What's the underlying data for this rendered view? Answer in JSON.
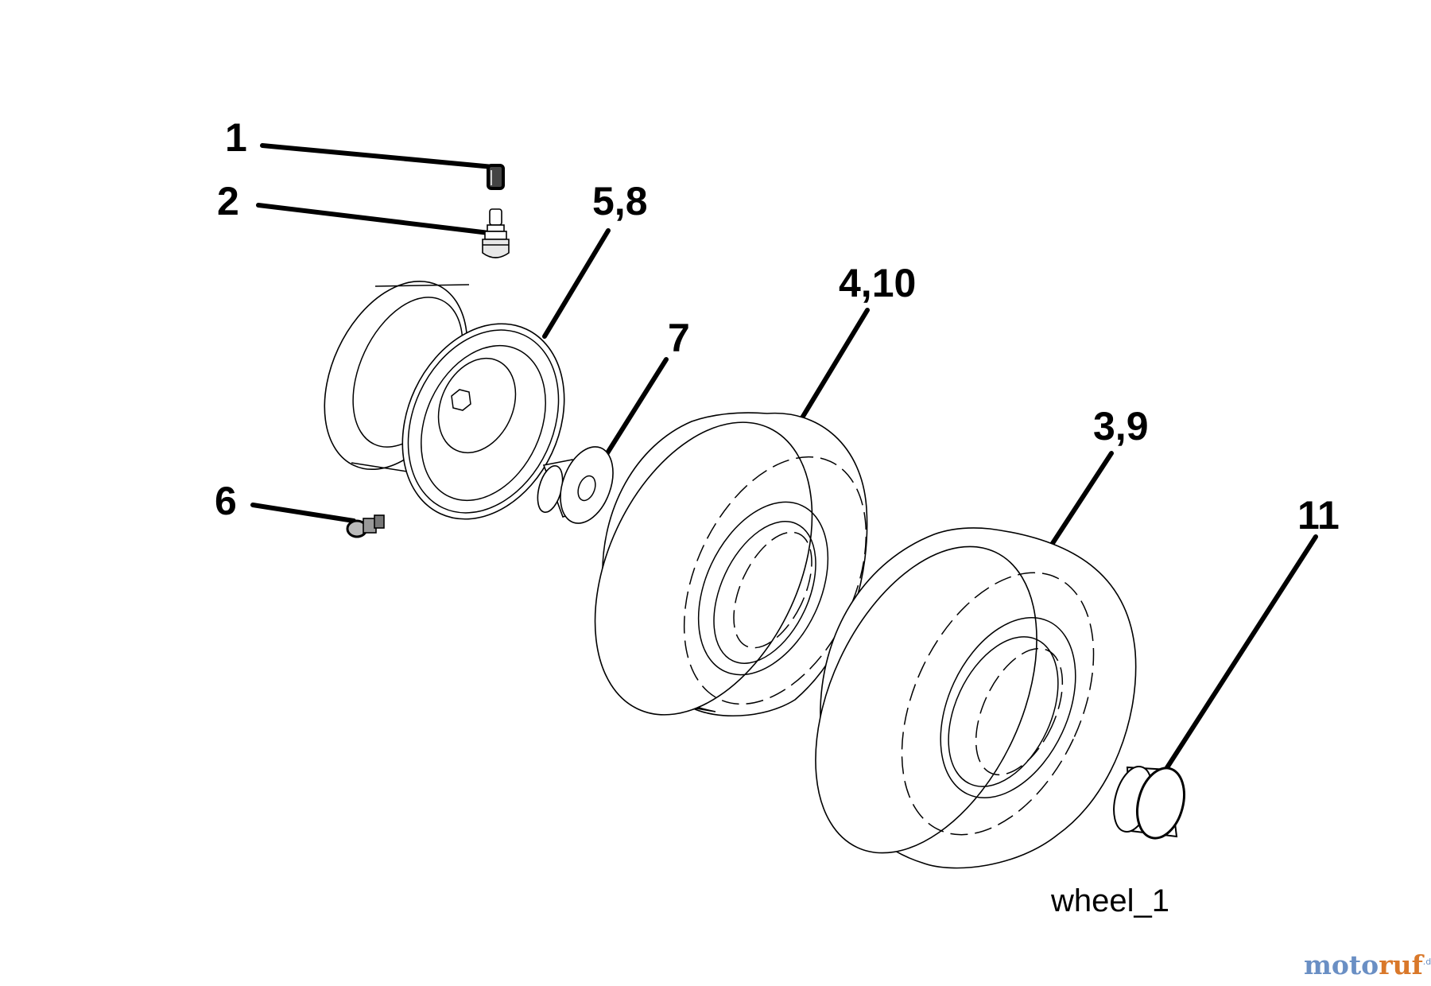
{
  "diagram": {
    "callouts": {
      "c1": "1",
      "c2": "2",
      "c58": "5,8",
      "c6": "6",
      "c7": "7",
      "c410": "4,10",
      "c39": "3,9",
      "c11": "11"
    },
    "figure_id": "wheel_1"
  },
  "watermark": {
    "part1": "moto",
    "part2": "ruf",
    "suffix": ".de"
  }
}
